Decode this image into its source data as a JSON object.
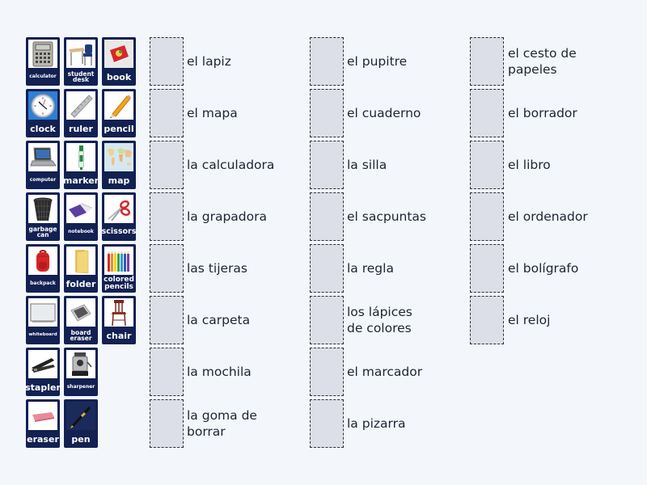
{
  "tiles": [
    {
      "label": "calculator",
      "icon": "calculator-icon"
    },
    {
      "label": "student desk",
      "icon": "student-desk-icon"
    },
    {
      "label": "book",
      "icon": "book-icon"
    },
    {
      "label": "clock",
      "icon": "clock-icon"
    },
    {
      "label": "ruler",
      "icon": "ruler-icon"
    },
    {
      "label": "pencil",
      "icon": "pencil-icon"
    },
    {
      "label": "computer",
      "icon": "computer-icon"
    },
    {
      "label": "marker",
      "icon": "marker-icon"
    },
    {
      "label": "map",
      "icon": "map-icon"
    },
    {
      "label": "garbage can",
      "icon": "garbage-can-icon"
    },
    {
      "label": "notebook",
      "icon": "notebook-icon"
    },
    {
      "label": "scissors",
      "icon": "scissors-icon"
    },
    {
      "label": "backpack",
      "icon": "backpack-icon"
    },
    {
      "label": "folder",
      "icon": "folder-icon"
    },
    {
      "label": "colored pencils",
      "icon": "colored-pencils-icon"
    },
    {
      "label": "whiteboard",
      "icon": "whiteboard-icon"
    },
    {
      "label": "board eraser",
      "icon": "board-eraser-icon"
    },
    {
      "label": "chair",
      "icon": "chair-icon"
    },
    {
      "label": "stapler",
      "icon": "stapler-icon"
    },
    {
      "label": "sharpener",
      "icon": "sharpener-icon"
    },
    {
      "label": "eraser",
      "icon": "eraser-icon"
    },
    {
      "label": "pen",
      "icon": "pen-icon"
    }
  ],
  "targets": {
    "column1": [
      "el lapiz",
      "el mapa",
      "la calculadora",
      "la grapadora",
      "las tijeras",
      "la carpeta",
      "la mochila",
      "la goma de borrar"
    ],
    "column2": [
      "el pupitre",
      "el cuaderno",
      "la silla",
      "el sacpuntas",
      "la regla",
      "los lápices de colores",
      "el marcador",
      "la pizarra"
    ],
    "column3": [
      "el cesto de papeles",
      "el borrador",
      "el libro",
      "el ordenador",
      "el bolígrafo",
      "el reloj"
    ]
  },
  "colors": {
    "background": "#f3f7fc",
    "tile": "#122152",
    "slot": "#dcdfe8",
    "text": "#1d2433"
  }
}
